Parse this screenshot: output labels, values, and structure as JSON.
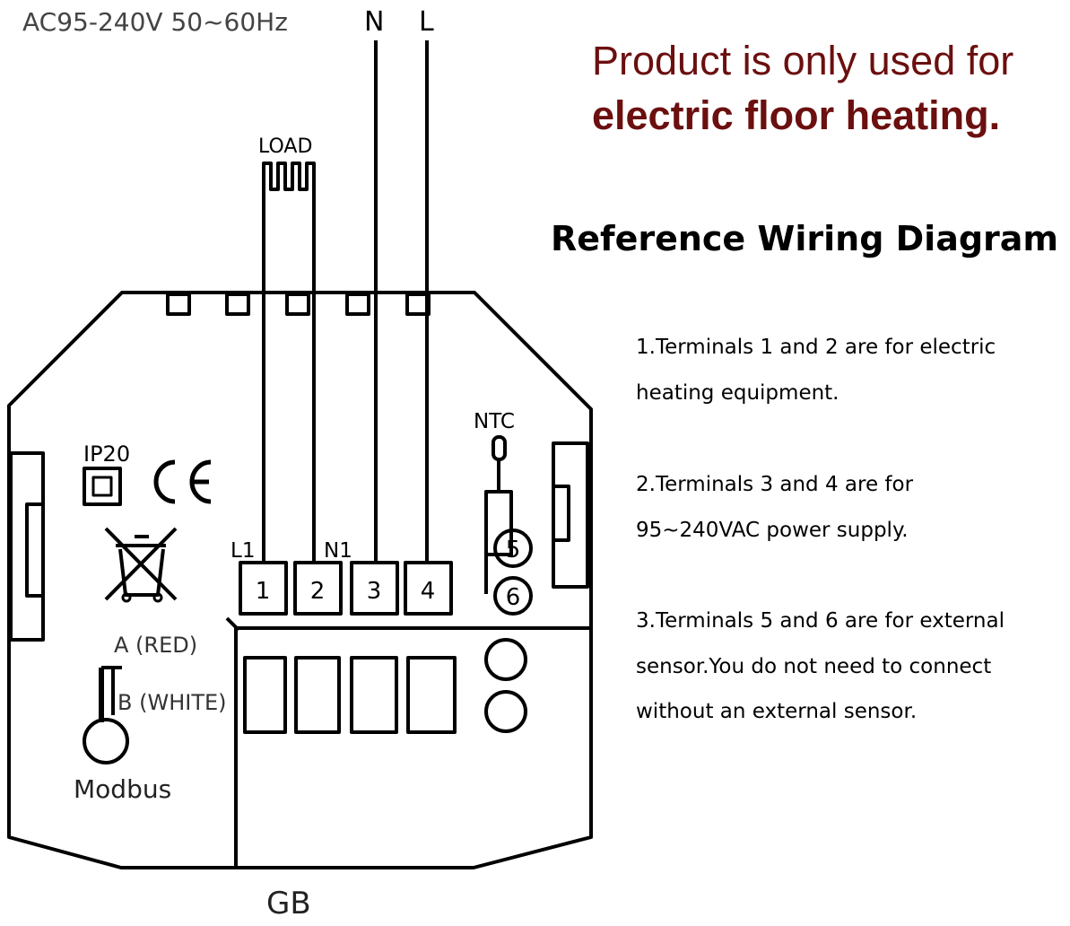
{
  "colors": {
    "ink": "#000000",
    "notice": "#6b0f0f",
    "background": "#ffffff"
  },
  "supply": {
    "rating": "AC95-240V  50~60Hz",
    "neutral_label": "N",
    "live_label": "L"
  },
  "notice": {
    "line1": "Product is only used for",
    "line2": "electric floor heating."
  },
  "heading": "Reference Wiring Diagram",
  "notes": [
    {
      "lines": [
        "1.Terminals 1 and 2 are for electric",
        "heating equipment."
      ]
    },
    {
      "lines": [
        "2.Terminals 3 and 4 are for",
        "95~240VAC power supply."
      ]
    },
    {
      "lines": [
        "3.Terminals 5 and 6 are for external",
        "sensor.You do not need to connect",
        "without an external sensor."
      ]
    }
  ],
  "device": {
    "load_label": "LOAD",
    "ntc_label": "NTC",
    "ip_rating": "IP20",
    "ce_mark": "CE",
    "terminal_l1_label": "L1",
    "terminal_n1_label": "N1",
    "terminals": [
      "1",
      "2",
      "3",
      "4"
    ],
    "sensor_terminals": [
      "5",
      "6"
    ],
    "modbus_a": "A (RED)",
    "modbus_b": "B (WHITE)",
    "modbus_label": "Modbus",
    "standard": "GB"
  },
  "icons": {
    "load": "heating-element-icon",
    "ntc": "temperature-sensor-probe-icon",
    "ip": "ip20-square-icon",
    "weee": "crossed-out-wheelie-bin-icon",
    "modbus": "modbus-connector-icon"
  }
}
